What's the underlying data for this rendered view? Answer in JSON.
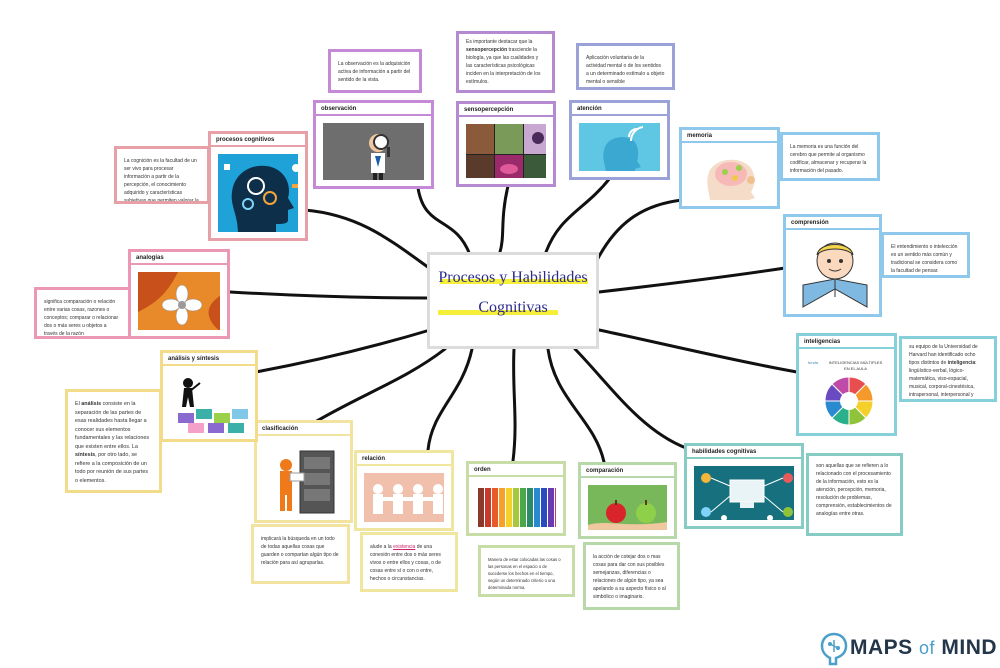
{
  "central": {
    "line1": "Procesos y Habilidades",
    "line2": "Cognitivas"
  },
  "nodes": {
    "procesos_cognitivos": {
      "title": "procesos cognitivos",
      "note": "La cognición es la facultad de un ser vivo para procesar información a partir de la percepción, el conocimiento adquirido y características subjetivas que permiten valorar la información.",
      "color": "#e8a0a8"
    },
    "observacion": {
      "title": "observación",
      "note": "La observación es la adquisición activa de información a partir del sentido de la vista.",
      "color": "#c48ad6"
    },
    "sensopercepcion": {
      "title": "sensopercepción",
      "note_pre": "Es importante destacar que la ",
      "note_bold": "sensopercepción",
      "note_post": " trasciende la biología, ya que las cualidades y las características psicológicas inciden en la interpretación de los estímulos.",
      "color": "#b58ad0"
    },
    "atencion": {
      "title": "atención",
      "note": "Aplicación voluntaria de la actividad mental o de los sentidos a un determinado estímulo u objeto mental o sensible",
      "color": "#9aa2d8"
    },
    "memoria": {
      "title": "memoria",
      "note": "La memoria es una función del cerebro que permite al organismo codificar, almacenar y recuperar la información del pasado.",
      "color": "#8ec8ea"
    },
    "comprension": {
      "title": "comprensión",
      "note": "El entendimiento o intelección es un sentido más común y tradicional se considera como la facultad de pensar.",
      "color": "#8ec8ea"
    },
    "inteligencias": {
      "title": "inteligencias",
      "note_pre": "su equipo de la Universidad de Harvard han identificado ocho tipos distintos de ",
      "note_bold": "inteligencia",
      "note_post": ": lingüístico-verbal, lógico-matemática, viso-espacial, musical, corporal-cinestésica, intrapersonal, interpersonal y naturalista",
      "color": "#86d0dc",
      "pic_title": "INTELIGENCIAS MÚLTIPLES EN EL AULA",
      "pic_brand": "funda"
    },
    "habilidades_cognitivas": {
      "title": "habilidades cognitivas",
      "note": "son aquellas que se refieren a lo relacionado con el procesamiento de la información, esto es la atención, percepción, memoria, resolución de problemas, comprensión, establecimientos de analogías entre otras.",
      "color": "#86cbc4"
    },
    "comparacion": {
      "title": "comparación",
      "note": "la acción de cotejar dos o mas cosas para dar con sus posibles semejanzas, diferencias o relaciones de algún tipo, ya sea apelando a su aspecto físico o al simbólico o imaginario.",
      "color": "#b7d8a8"
    },
    "orden": {
      "title": "orden",
      "note": "Manera de estar colocadas las cosas o las personas en el espacio o de sucederse los hechos en el tiempo, según un determinado criterio o una determinada norma.",
      "color": "#c8dca8"
    },
    "relacion": {
      "title": "relación",
      "note_pre": "alude a la ",
      "note_link": "existencia",
      "note_post": " de una conexión entre dos o más seres vivos o entre ellos y cosas, o de cosas entre sí o con o entre, hechos o circunstancias.",
      "color": "#f0e6a0"
    },
    "clasificacion": {
      "title": "clasificación",
      "note": "implicará la búsqueda en un todo de todas aquellas cosas que guarden o compartan algún tipo de relación para así agruparlas.",
      "color": "#f2e4a0"
    },
    "analisis_sintesis": {
      "title": "análisis y síntesis",
      "note_a": "El ",
      "note_b": "análisis",
      "note_c": " consiste en la separación de las partes de esas realidades hasta llegar a conocer sus elementos fundamentales y las relaciones que existen entre ellos. La ",
      "note_d": "síntesis",
      "note_e": ", por otro lado, se refiere a la composición de un todo por reunión de sus partes o elementos.",
      "color": "#f2dc8a"
    },
    "analogias": {
      "title": "analogías",
      "note": "significa comparación o relación entre varias cosas, razones o conceptos; comparar o relacionar dos o más seres u objetos a través de la razón",
      "color": "#ec98b4"
    }
  },
  "logo": {
    "main": "MAPS",
    "of": "of",
    "tail": "MIND",
    "icon": "maps-of-mind-logo-icon"
  }
}
